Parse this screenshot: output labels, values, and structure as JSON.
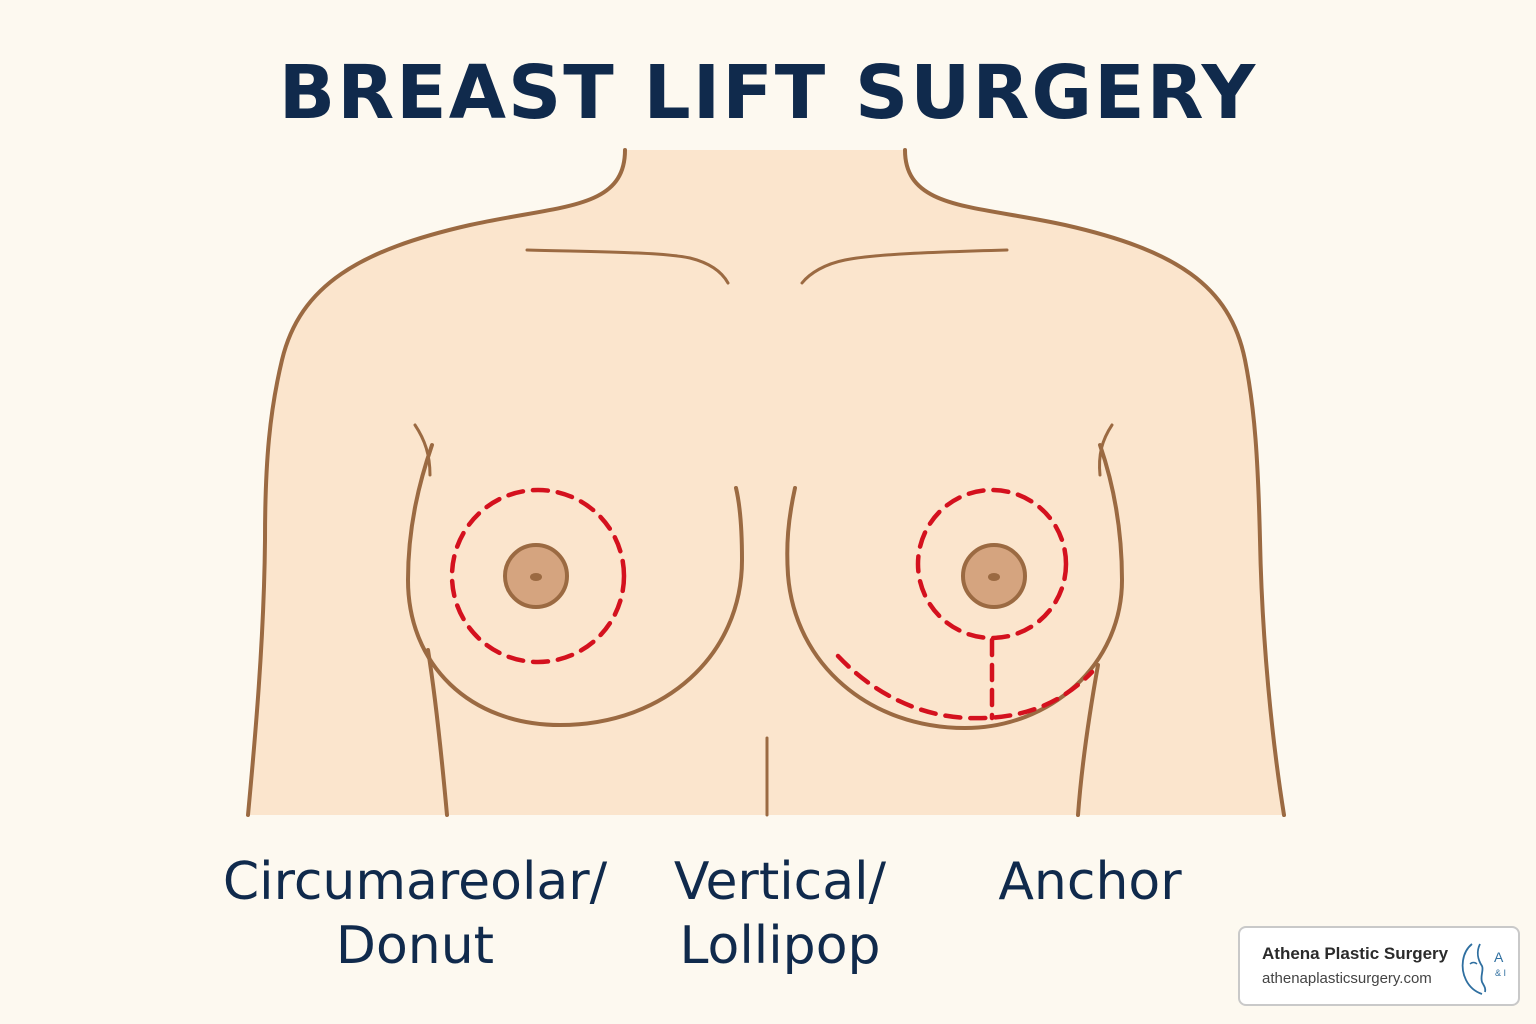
{
  "title": "BREAST LIFT SURGERY",
  "labels": {
    "circumareolar": {
      "line1": "Circumareolar/",
      "line2": "Donut"
    },
    "vertical": {
      "line1": "Vertical/",
      "line2": "Lollipop"
    },
    "anchor": {
      "line1": "Anchor"
    }
  },
  "logo": {
    "name": "Athena Plastic Surgery",
    "url": "athenaplasticsurgery.com",
    "mark_letters": "A",
    "mark_sub": "& I"
  },
  "colors": {
    "background": "#fdf9f0",
    "skin": "#fbe5cd",
    "outline": "#9b6a42",
    "incision": "#d4111e",
    "text": "#102a4c",
    "nipple": "#d5a47f"
  }
}
